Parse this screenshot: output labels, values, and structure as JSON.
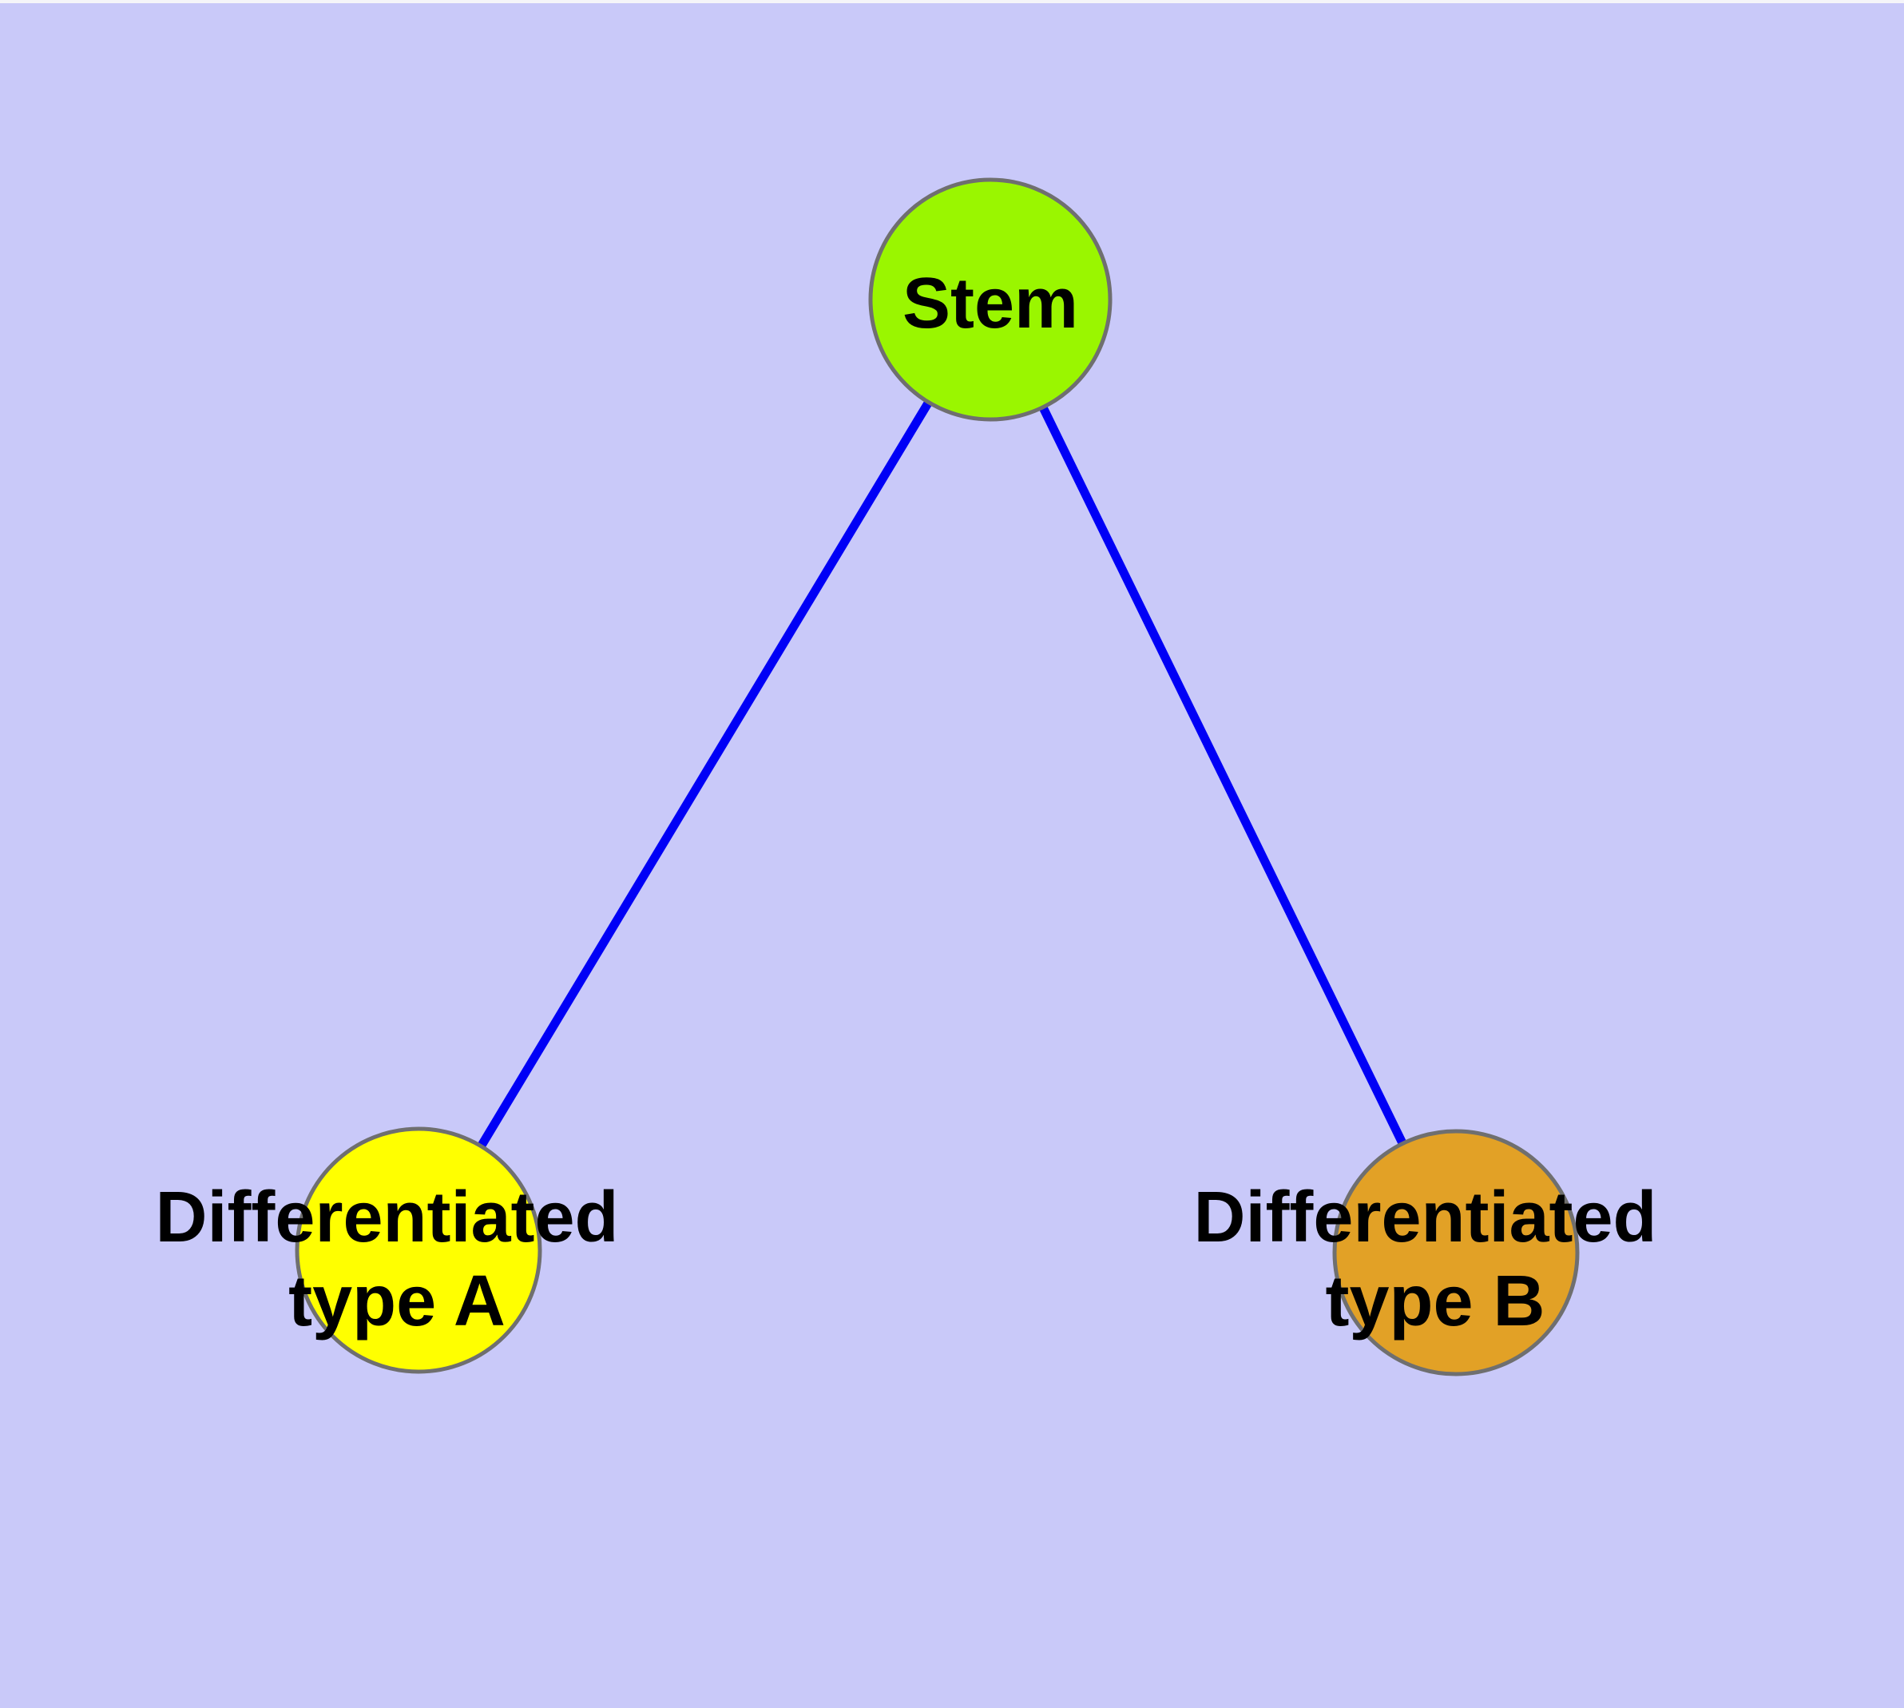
{
  "diagram": {
    "type": "graph",
    "description": "Stem cell differentiation tree: one stem node connected to two differentiated cell type nodes",
    "colors": {
      "background": "#C9C9F9",
      "top_edge_highlight": "#F5F5F9",
      "edge": "#0000F6",
      "node_border": "#6F6F6F",
      "label": "#000000"
    },
    "nodes": [
      {
        "id": "stem",
        "label": "Stem",
        "fill": "#9AF600"
      },
      {
        "id": "differentiated-type-a",
        "label": "Differentiated type A",
        "label_line1": "Differentiated",
        "label_line2": "type A",
        "fill": "#FFFF00"
      },
      {
        "id": "differentiated-type-b",
        "label": "Differentiated type B",
        "label_line1": "Differentiated",
        "label_line2": "type B",
        "fill": "#E2A126"
      }
    ],
    "edges": [
      {
        "from": "Stem",
        "to": "Differentiated type A"
      },
      {
        "from": "Stem",
        "to": "Differentiated type B"
      }
    ]
  }
}
